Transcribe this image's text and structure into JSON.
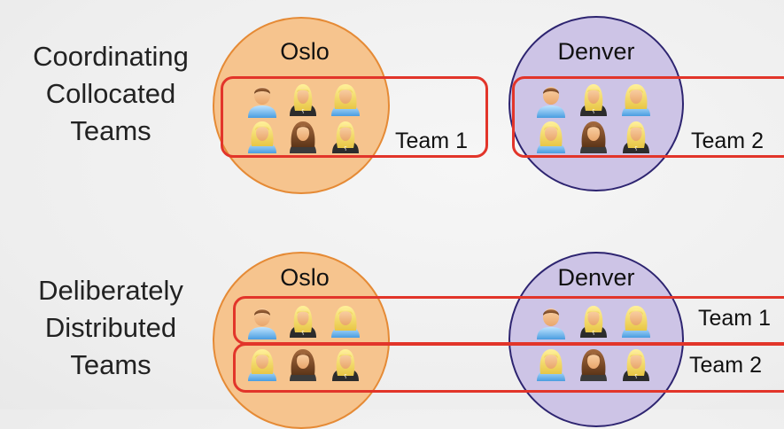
{
  "rows": [
    {
      "label_lines": [
        "Coordinating",
        "Collocated",
        "Teams"
      ],
      "cities": [
        "Oslo",
        "Denver"
      ],
      "teams": [
        "Team 1",
        "Team 2"
      ]
    },
    {
      "label_lines": [
        "Deliberately",
        "Distributed",
        "Teams"
      ],
      "cities": [
        "Oslo",
        "Denver"
      ],
      "teams": [
        "Team 1",
        "Team 2"
      ]
    }
  ],
  "colors": {
    "oslo_fill": "#f6c48e",
    "oslo_stroke": "#e58a35",
    "denver_fill": "#cdc4e6",
    "denver_stroke": "#2d2470",
    "team_outline": "#e2352a"
  },
  "person_icons": [
    "male-short-hair-icon",
    "blonde-woman-dark-shirt-icon",
    "blonde-woman-blue-shirt-icon",
    "blonde-woman-blue-shirt-icon",
    "brunette-woman-icon",
    "blonde-woman-dark-shirt-icon"
  ]
}
